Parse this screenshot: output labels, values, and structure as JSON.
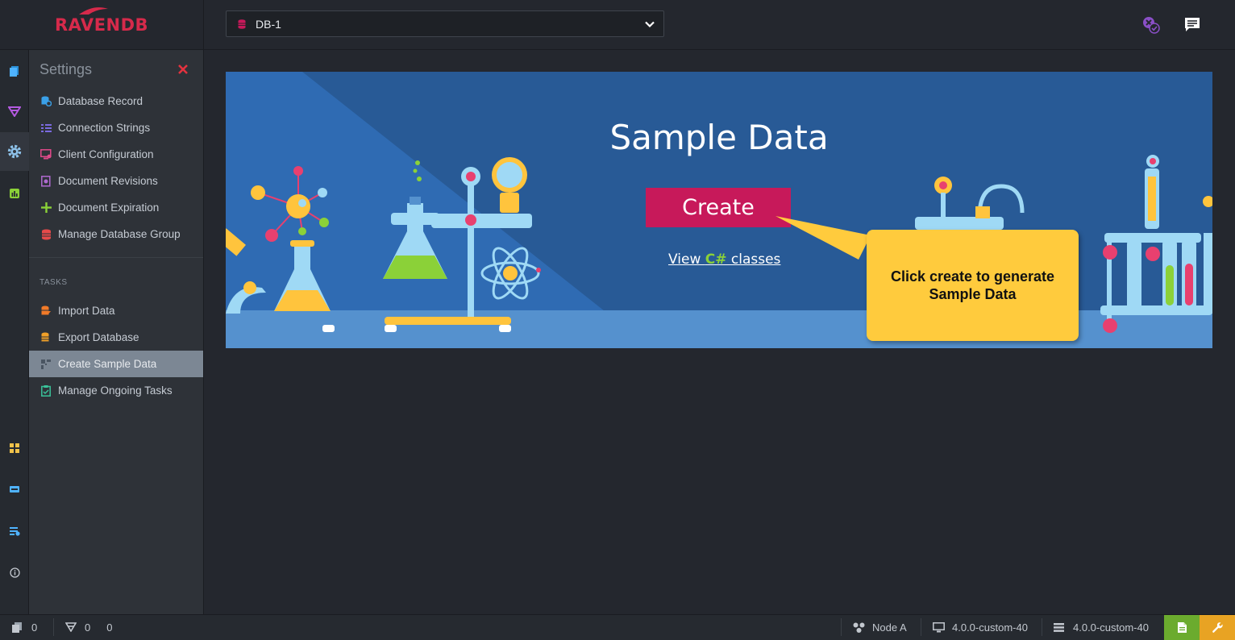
{
  "app": {
    "logo_text": "RAVENDB"
  },
  "header": {
    "database": "DB-1"
  },
  "settings_panel": {
    "title": "Settings",
    "items": [
      {
        "label": "Database Record",
        "icon": "database-record-icon",
        "color": "#3aa0e8"
      },
      {
        "label": "Connection Strings",
        "icon": "connection-strings-icon",
        "color": "#7b6be0"
      },
      {
        "label": "Client Configuration",
        "icon": "client-configuration-icon",
        "color": "#e04a8a"
      },
      {
        "label": "Document Revisions",
        "icon": "document-revisions-icon",
        "color": "#b06ad0"
      },
      {
        "label": "Document Expiration",
        "icon": "document-expiration-icon",
        "color": "#8bd138"
      },
      {
        "label": "Manage Database Group",
        "icon": "database-group-icon",
        "color": "#e64a4a"
      }
    ],
    "tasks_label": "TASKS",
    "tasks": [
      {
        "label": "Import Data",
        "icon": "import-data-icon",
        "color": "#f07a28"
      },
      {
        "label": "Export Database",
        "icon": "export-database-icon",
        "color": "#f0a028"
      },
      {
        "label": "Create Sample Data",
        "icon": "create-sample-data-icon",
        "color": "#9aa3ad"
      },
      {
        "label": "Manage Ongoing Tasks",
        "icon": "ongoing-tasks-icon",
        "color": "#3ac29a"
      }
    ]
  },
  "banner": {
    "title": "Sample Data",
    "create_label": "Create",
    "view_prefix": "View ",
    "view_lang": "C#",
    "view_suffix": " classes"
  },
  "callout": {
    "text": "Click create to generate Sample Data"
  },
  "statusbar": {
    "documents_count": "0",
    "indexes_count": "0",
    "indexes_errors": "0",
    "node": "Node A",
    "client_version": "4.0.0-custom-40",
    "server_version": "4.0.0-custom-40"
  },
  "colors": {
    "accent": "#c7195a",
    "callout": "#ffcb3d",
    "banner": "#285a96",
    "selected": "#7c8794"
  }
}
